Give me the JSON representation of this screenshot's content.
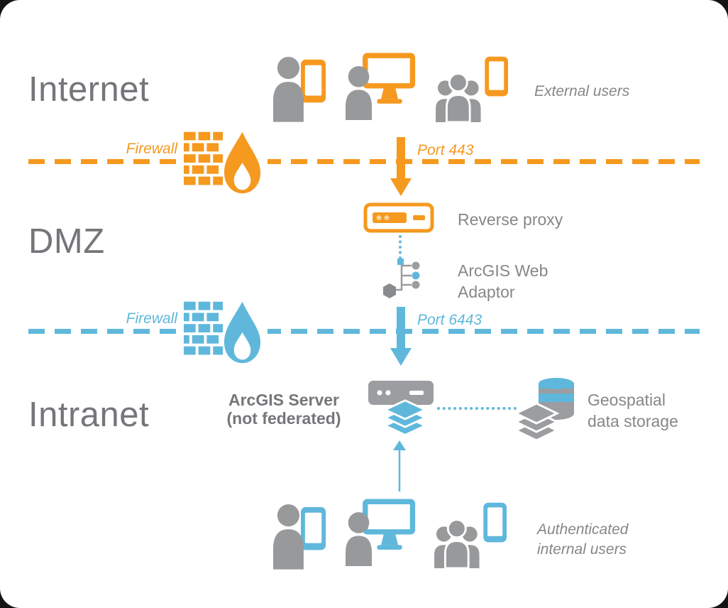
{
  "colors": {
    "orange": "#F5991F",
    "orange_light": "#FAD3A0",
    "blue": "#5FB8DB",
    "person_gray": "#98999B",
    "icon_gray": "#9B9DA0",
    "text_gray": "#85878A",
    "heading_gray": "#75767A"
  },
  "zones": [
    {
      "label": "Internet"
    },
    {
      "label": "DMZ"
    },
    {
      "label": "Intranet"
    }
  ],
  "internet": {
    "users_caption": "External users"
  },
  "firewall_top": {
    "label": "Firewall",
    "port": "Port 443"
  },
  "firewall_bottom": {
    "label": "Firewall",
    "port": "Port 6443"
  },
  "dmz": {
    "reverse_proxy_label": "Reverse proxy",
    "web_adaptor_label": "ArcGIS Web Adaptor"
  },
  "intranet": {
    "server_title": "ArcGIS Server",
    "server_subtitle": "(not federated)",
    "storage_caption": "Geospatial data storage",
    "users_caption": "Authenticated internal users"
  }
}
